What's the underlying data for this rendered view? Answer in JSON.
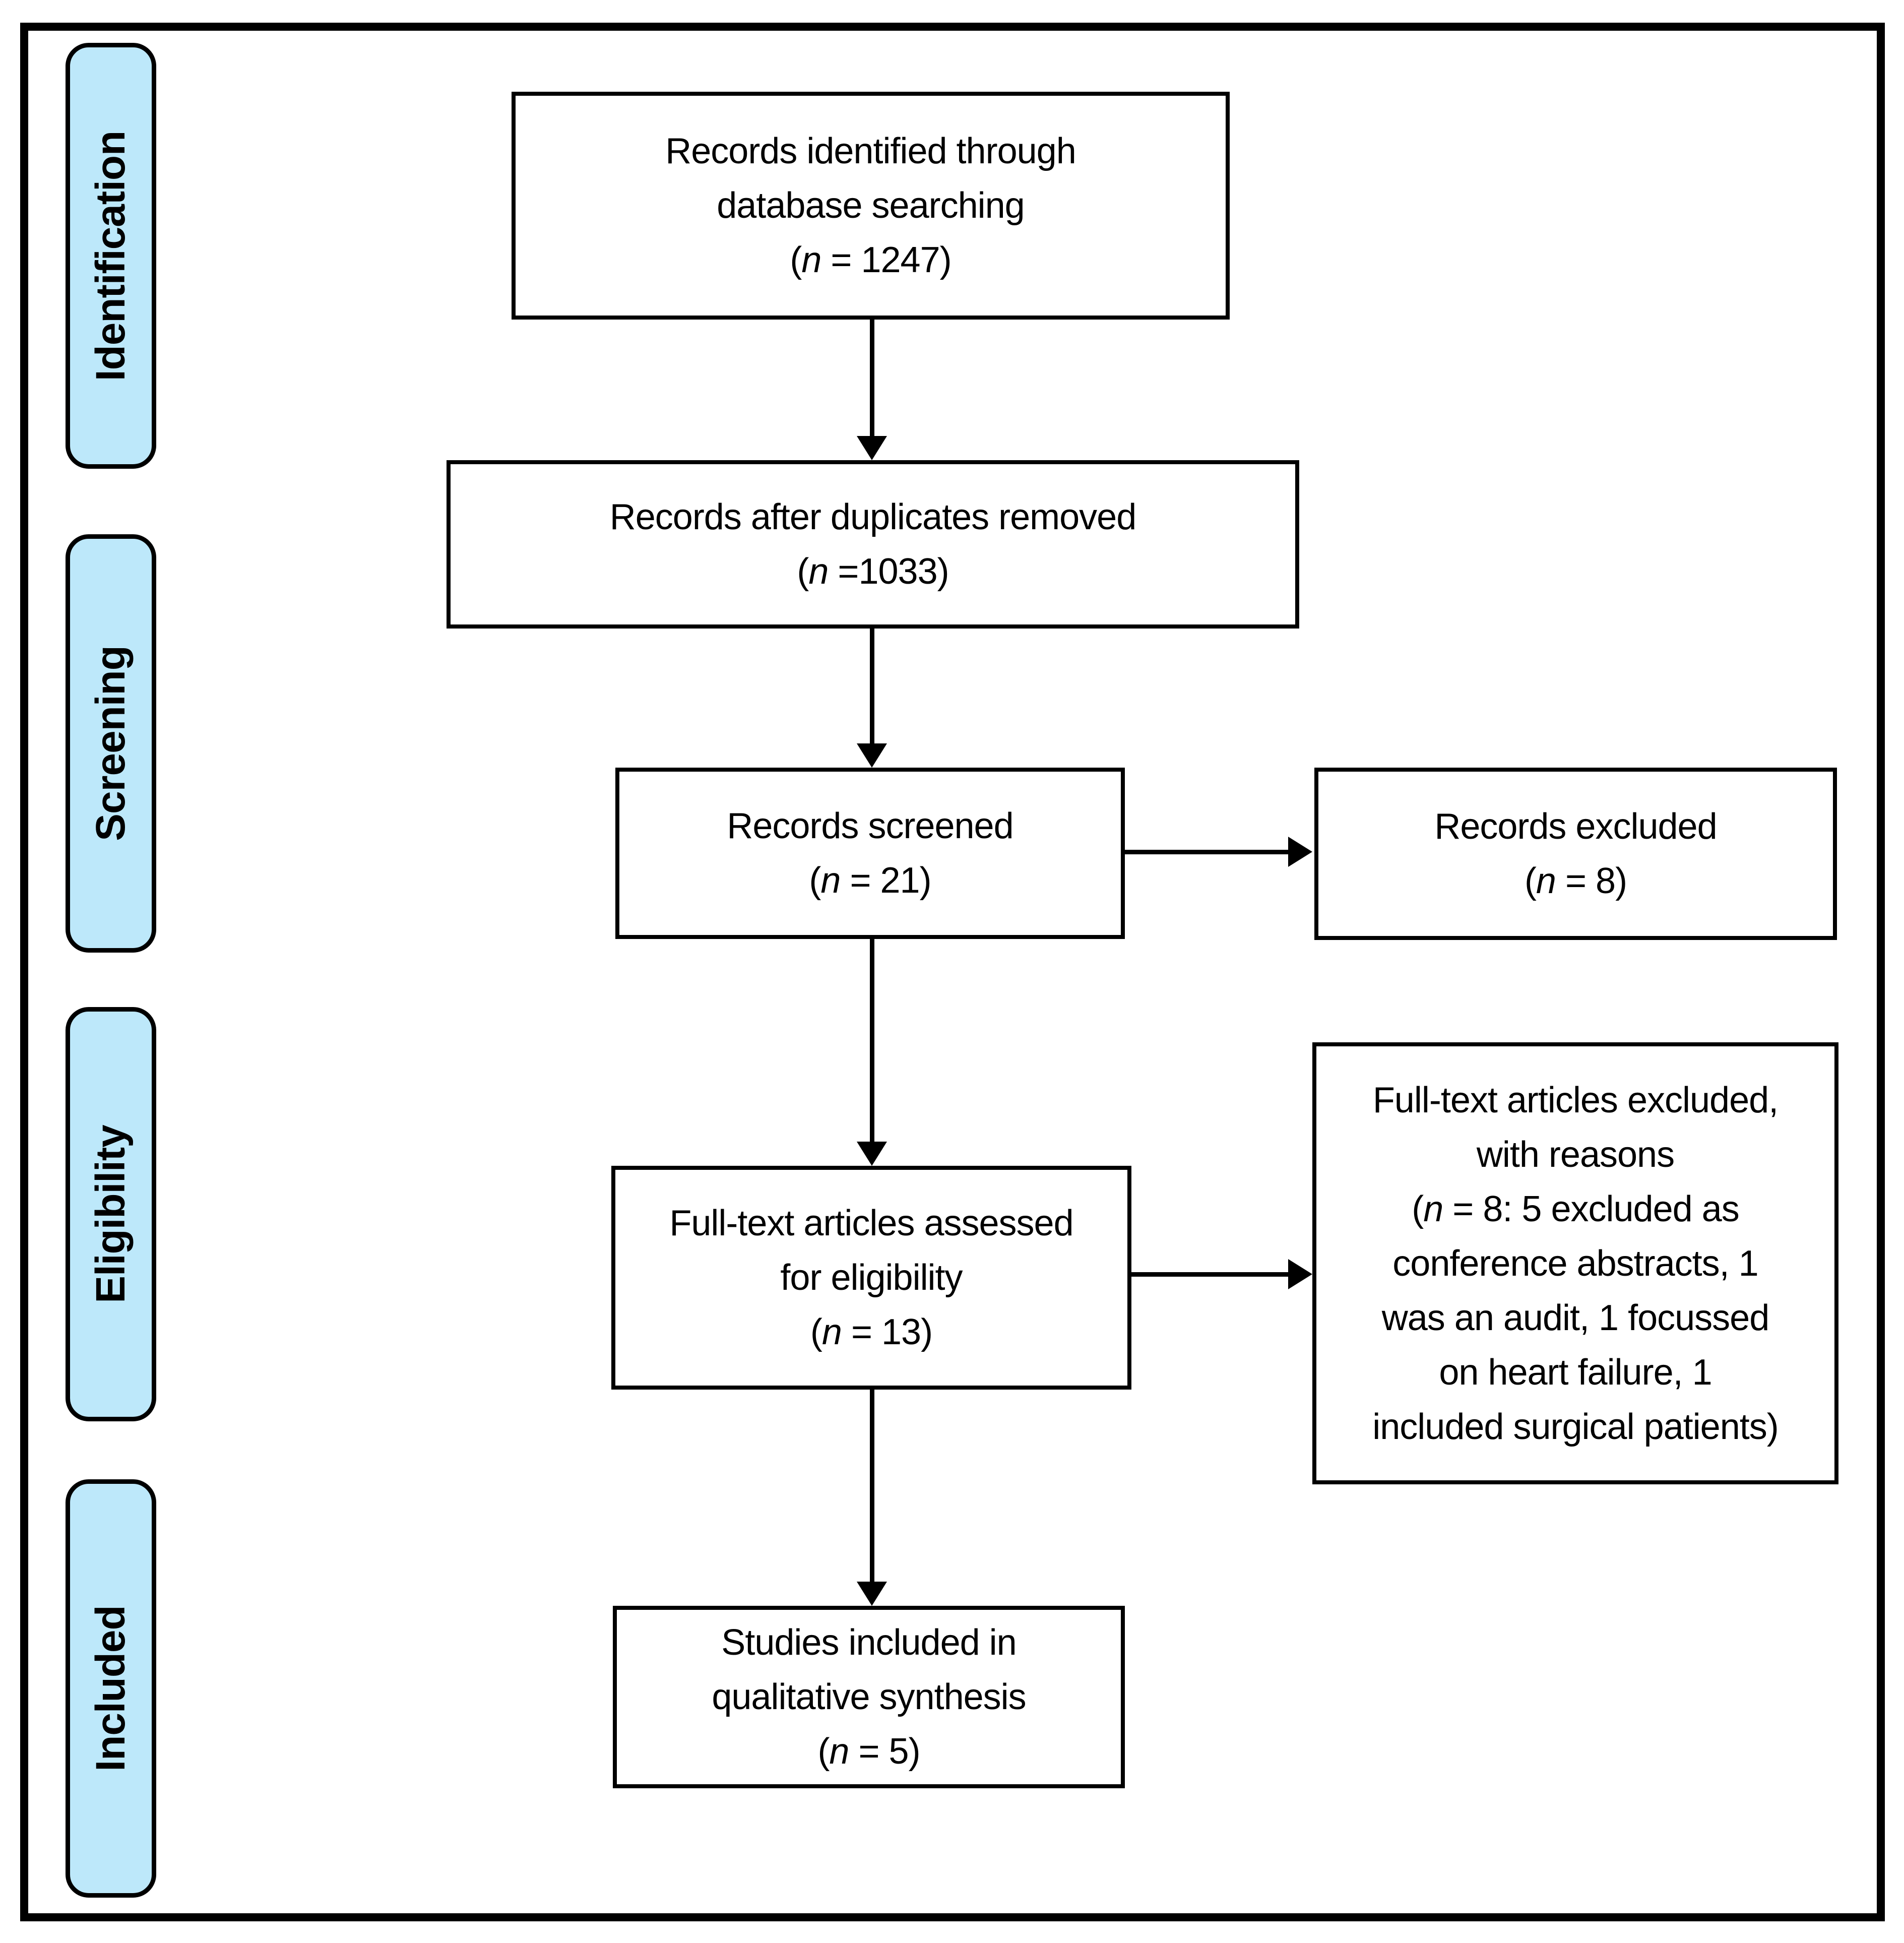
{
  "colors": {
    "phase_fill": "#BDE8FA",
    "line": "#000000",
    "box_fill": "#FFFFFF",
    "background": "#FFFFFF"
  },
  "phases": [
    {
      "label": "Identification"
    },
    {
      "label": "Screening"
    },
    {
      "label": "Eligibility"
    },
    {
      "label": "Included"
    }
  ],
  "boxes": {
    "identified": {
      "lines": [
        "Records identified through",
        "database searching",
        "(n = 1247)"
      ]
    },
    "deduplicated": {
      "lines": [
        "Records after duplicates removed",
        "(n =1033)"
      ]
    },
    "screened": {
      "lines": [
        "Records screened",
        "(n = 21)"
      ]
    },
    "records_excluded": {
      "lines": [
        "Records excluded",
        "(n = 8)"
      ]
    },
    "fulltext_assessed": {
      "lines": [
        "Full-text articles assessed",
        "for eligibility",
        "(n = 13)"
      ]
    },
    "fulltext_excluded": {
      "lines": [
        "Full-text articles excluded,",
        "with reasons",
        "(n = 8: 5 excluded as",
        "conference abstracts, 1",
        "was an audit, 1 focussed",
        "on heart failure, 1",
        "included surgical patients)"
      ]
    },
    "included_studies": {
      "lines": [
        "Studies included in",
        "qualitative synthesis",
        "(n = 5)"
      ]
    }
  }
}
